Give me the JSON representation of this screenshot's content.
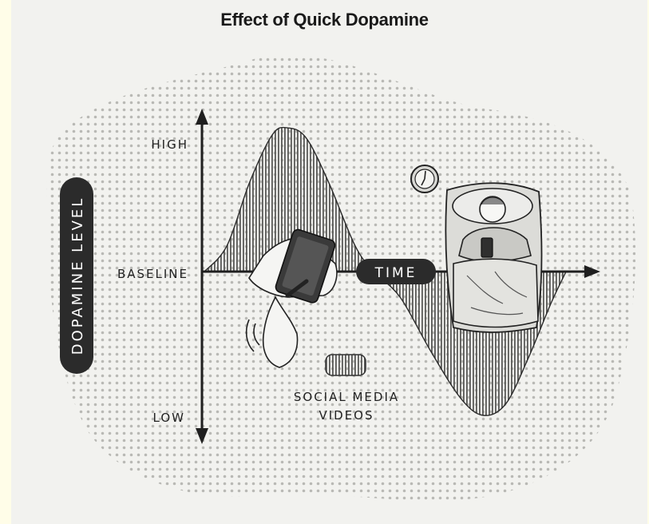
{
  "title": "Effect of Quick Dopamine",
  "axis": {
    "y_label": "DOPAMINE LEVEL",
    "high": "HIGH",
    "baseline": "BASELINE",
    "low": "LOW",
    "x_label": "TIME"
  },
  "legend": {
    "line1": "SOCIAL MEDIA",
    "line2": "VIDEOS"
  },
  "curve": {
    "points": [
      [
        0.0,
        0.0
      ],
      [
        0.06,
        0.18
      ],
      [
        0.12,
        0.62
      ],
      [
        0.18,
        0.95
      ],
      [
        0.22,
        1.0
      ],
      [
        0.27,
        0.93
      ],
      [
        0.33,
        0.62
      ],
      [
        0.4,
        0.18
      ],
      [
        0.45,
        0.0
      ],
      [
        0.52,
        -0.18
      ],
      [
        0.6,
        -0.55
      ],
      [
        0.68,
        -0.88
      ],
      [
        0.74,
        -1.0
      ],
      [
        0.8,
        -0.92
      ],
      [
        0.86,
        -0.6
      ],
      [
        0.92,
        -0.22
      ],
      [
        0.96,
        0.0
      ]
    ]
  },
  "colors": {
    "ink": "#1f1f1f",
    "dot": "#b9b9b5",
    "hatch": "#5a5a58",
    "paper": "#f2f2ef"
  },
  "icons": [
    "phone-in-hand-icon",
    "clock-icon",
    "person-in-bed-icon"
  ]
}
